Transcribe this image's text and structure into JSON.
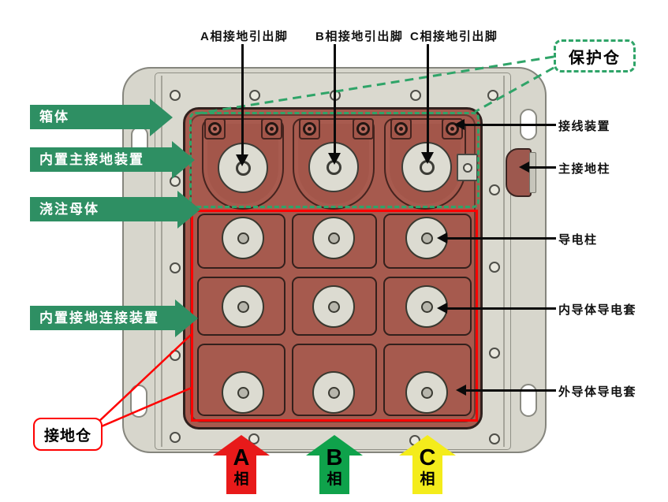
{
  "diagram": {
    "top_labels": [
      "A相接地引出脚",
      "B相接地引出脚",
      "C相接地引出脚"
    ],
    "protection_label": "保护仓",
    "left_labels": [
      "箱体",
      "内置主接地装置",
      "浇注母体",
      "内置接地连接装置"
    ],
    "right_labels": [
      "接线装置",
      "主接地柱",
      "导电柱",
      "内导体导电套",
      "外导体导电套"
    ],
    "ground_label": "接地仓",
    "phase_arrows": [
      {
        "letter": "A",
        "text": "相",
        "color": "#e81a1a"
      },
      {
        "letter": "B",
        "text": "相",
        "color": "#0fa24b"
      },
      {
        "letter": "C",
        "text": "相",
        "color": "#f4ec1b"
      }
    ],
    "colors": {
      "frame_gray": "#d7d6cc",
      "cast_panel": "#a65a4e",
      "disc_gray": "#dddcd2",
      "green_accent": "#2e8f63",
      "green_dashed": "#2fa468",
      "red_accent": "#fe0000"
    }
  }
}
